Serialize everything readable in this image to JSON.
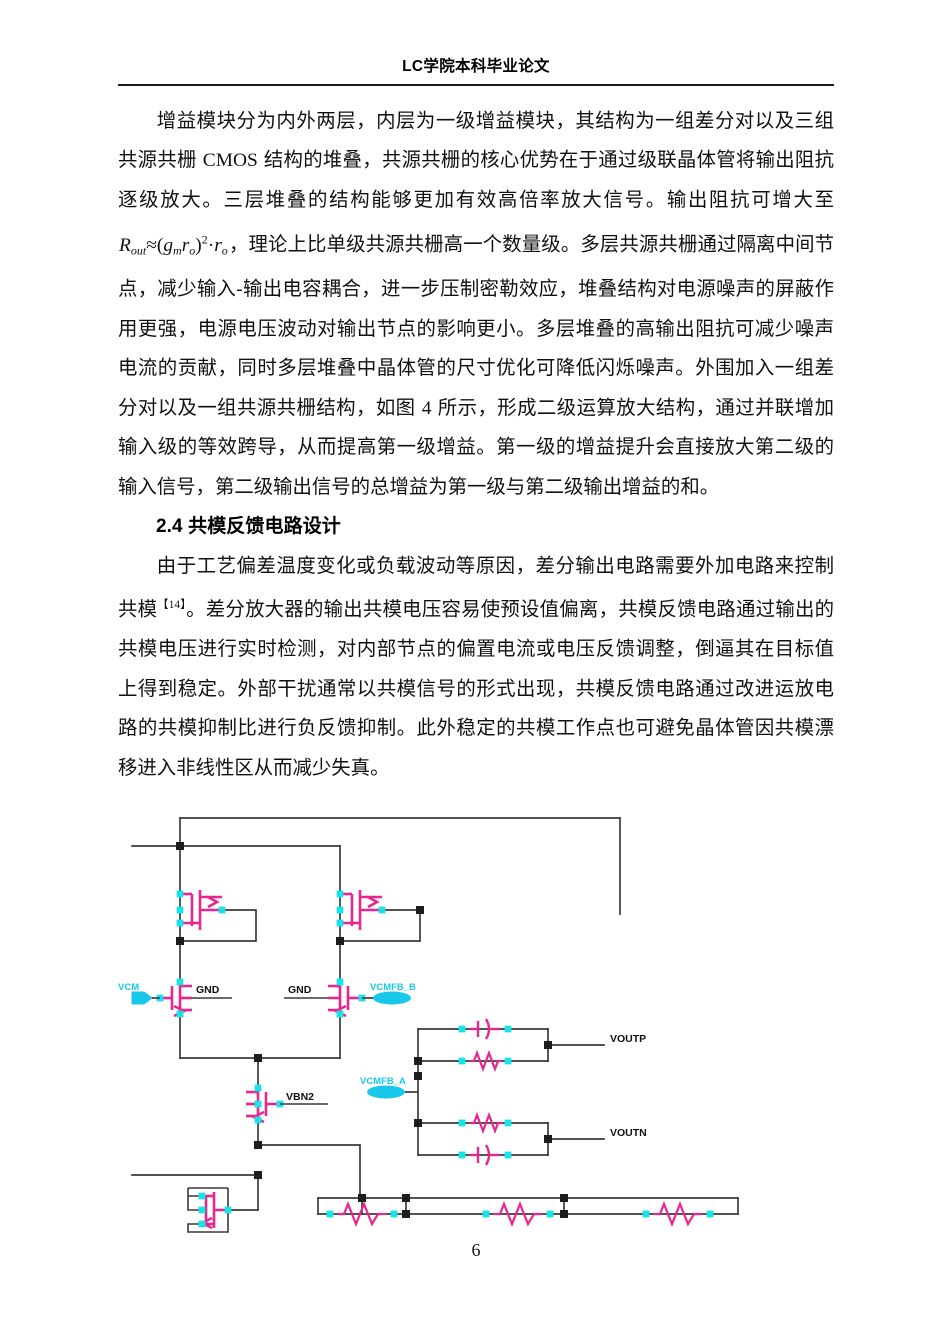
{
  "header": {
    "title": "LC学院本科毕业论文"
  },
  "body": {
    "paragraph_1": {
      "part_a": "增益模块分为内外两层，内层为一级增益模块，其结构为一组差分对以及三组共源共栅 ",
      "cmos": "CMOS",
      "part_b": " 结构的堆叠，共源共栅的核心优势在于通过级联晶体管将输出阻抗逐级放大。三层堆叠的结构能够更加有效高倍率放大信号。输出阻抗可增大至 ",
      "formula": {
        "lhs": "R",
        "lhs_sub": "out",
        "approx": "≈",
        "open": "(",
        "g": "g",
        "g_sub": "m",
        "r1": "r",
        "r1_sub": "o",
        "close": ")",
        "exponent": "2",
        "dot": "·",
        "r2": "r",
        "r2_sub": "o"
      },
      "part_c": "，理论上比单级共源共栅高一个数量级。多层共源共栅通过隔离中间节点，减少输入-输出电容耦合，进一步压制密勒效应，堆叠结构对电源噪声的屏蔽作用更强，电源电压波动对输出节点的影响更小。多层堆叠的高输出阻抗可减少噪声电流的贡献，同时多层堆叠中晶体管的尺寸优化可降低闪烁噪声。外围加入一组差分对以及一组共源共栅结构，如图 ",
      "figure_ref": "4",
      "part_d": " 所示，形成二级运算放大结构，通过并联增加输入级的等效跨导，从而提高第一级增益。第一级的增益提升会直接放大第二级的输入信号，第二级输出信号的总增益为第一级与第二级输出增益的和。"
    },
    "section_heading": "2.4 共模反馈电路设计",
    "paragraph_2": {
      "part_a": "由于工艺偏差温度变化或负载波动等原因，差分输出电路需要外加电路来控制共模",
      "citation": "【14】",
      "part_b": "。差分放大器的输出共模电压容易使预设值偏离，共模反馈电路通过输出的共模电压进行实时检测，对内部节点的偏置电流或电压反馈调整，倒逼其在目标值上得到稳定。外部干扰通常以共模信号的形式出现，共模反馈电路通过改进运放电路的共模抑制比进行负反馈抑制。此外稳定的共模工作点也可避免晶体管因共模漂移进入非线性区从而减少失真。"
    }
  },
  "figure": {
    "name": "common-mode-feedback-circuit-schematic",
    "colors": {
      "device": "#E8268F",
      "pin": "#19E3E8",
      "wire": "#3A3A3A",
      "label_net": "#19C8E8",
      "label_text": "#111111"
    },
    "labels": {
      "vcm": "VCM",
      "gnd_left": "GND",
      "gnd_right": "GND",
      "vcmfb_b": "VCMFB_B",
      "vcmfb_a": "VCMFB_A",
      "vbn2": "VBN2",
      "voutp": "VOUTP",
      "voutn": "VOUTN"
    },
    "components": {
      "pmos_count": 2,
      "nmos_count": 4,
      "capacitor_count": 2,
      "resistor_count": 5
    }
  },
  "footer": {
    "page_number": "6"
  }
}
